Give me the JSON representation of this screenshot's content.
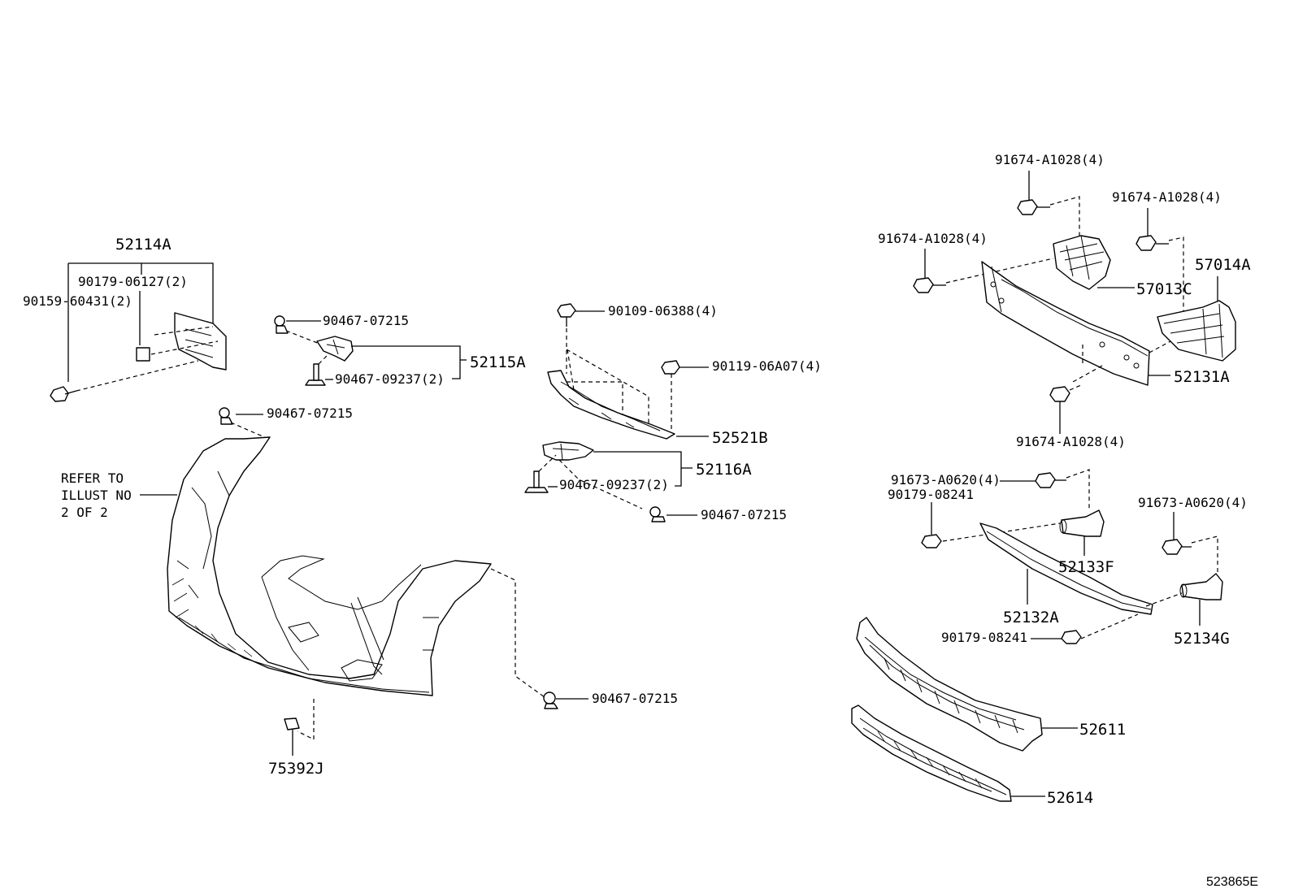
{
  "callouts": {
    "p52114A": "52114A",
    "p90179_06127": "90179-06127(2)",
    "p90159_60431": "90159-60431(2)",
    "p90467_07215_a": "90467-07215",
    "p52115A": "52115A",
    "p90467_09237_a": "90467-09237(2)",
    "p90467_07215_b": "90467-07215",
    "p90109_06388": "90109-06388(4)",
    "p90119_06A07": "90119-06A07(4)",
    "p52521B": "52521B",
    "p52116A": "52116A",
    "p90467_09237_b": "90467-09237(2)",
    "p90467_07215_c": "90467-07215",
    "p90467_07215_d": "90467-07215",
    "p75392J": "75392J",
    "p91674_A1028_top": "91674-A1028(4)",
    "p91674_A1028_right": "91674-A1028(4)",
    "p91674_A1028_left": "91674-A1028(4)",
    "p57014A": "57014A",
    "p57013C": "57013C",
    "p52131A": "52131A",
    "p91674_A1028_bottom": "91674-A1028(4)",
    "p91673_A0620_a": "91673-A0620(4)",
    "p90179_08241_a": "90179-08241",
    "p91673_A0620_b": "91673-A0620(4)",
    "p52133F": "52133F",
    "p52132A": "52132A",
    "p90179_08241_b": "90179-08241",
    "p52134G": "52134G",
    "p52611": "52611",
    "p52614": "52614"
  },
  "refer_note": {
    "line1": "REFER TO",
    "line2": "ILLUST NO",
    "line3": "2 OF 2"
  },
  "figure_number": "523865E"
}
